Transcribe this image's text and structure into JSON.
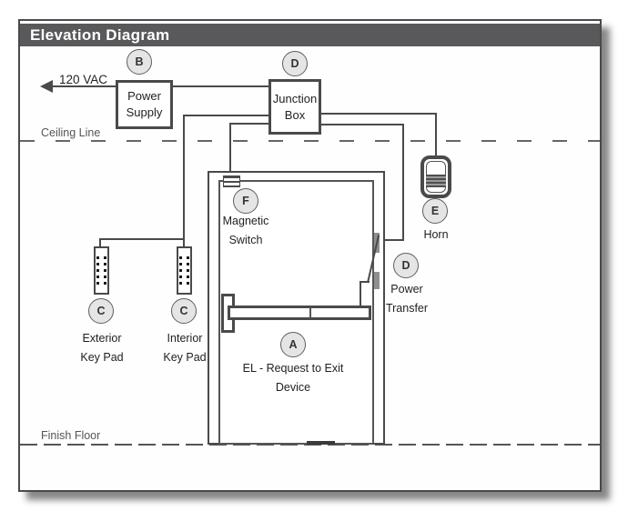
{
  "title": "Elevation Diagram",
  "labels": {
    "voltage": "120 VAC",
    "ceiling_line": "Ceiling Line",
    "finish_floor": "Finish Floor"
  },
  "components": {
    "power_supply": {
      "tag": "B",
      "name": "Power Supply"
    },
    "junction_box": {
      "tag": "D",
      "name": "Junction Box"
    },
    "magnetic_switch": {
      "tag": "F",
      "name": "Magnetic Switch"
    },
    "horn": {
      "tag": "E",
      "name": "Horn"
    },
    "power_transfer": {
      "tag": "D",
      "name": "Power Transfer"
    },
    "exterior_keypad": {
      "tag": "C",
      "name": "Exterior Key Pad"
    },
    "interior_keypad": {
      "tag": "C",
      "name": "Interior Key Pad"
    },
    "exit_device": {
      "tag": "A",
      "name": "EL - Request to Exit Device"
    }
  },
  "colors": {
    "title_bar": "#59595b",
    "line": "#4a4a4a",
    "tag_fill": "#e5e5e5",
    "transfer_pad": "#8f8f8f"
  }
}
